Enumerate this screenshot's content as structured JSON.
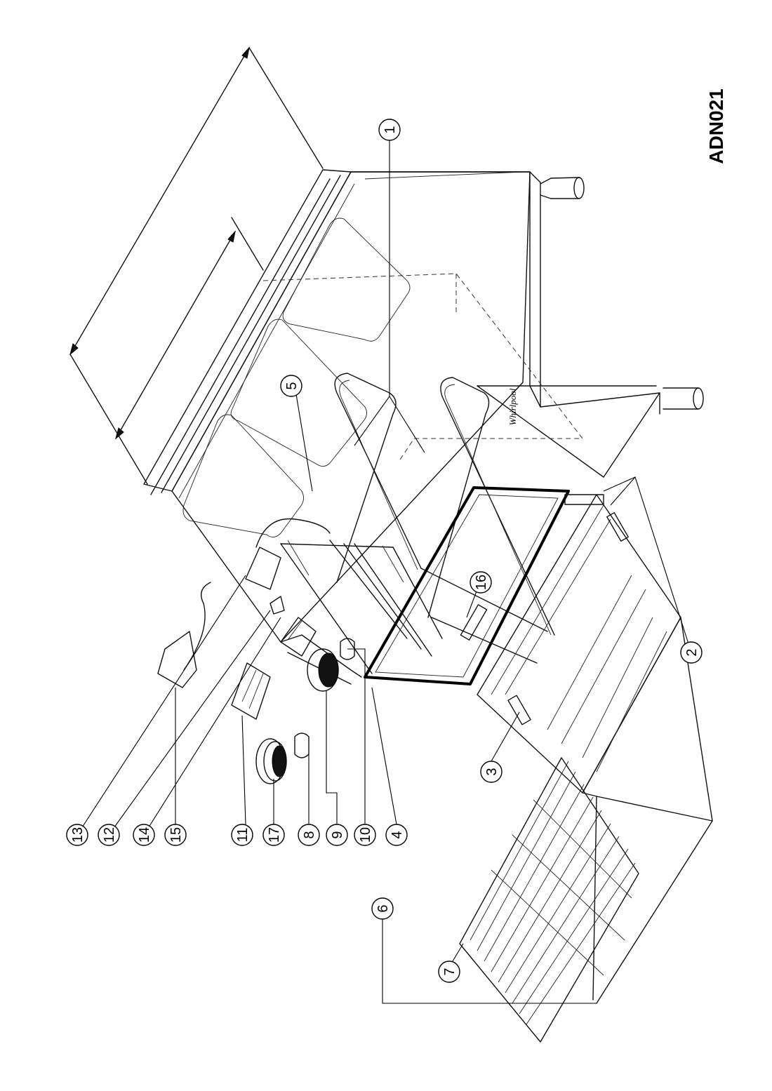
{
  "drawing": {
    "code": "ADN021",
    "brand": "Whirlpool"
  },
  "callouts": [
    {
      "id": "1",
      "label": "1"
    },
    {
      "id": "2",
      "label": "2"
    },
    {
      "id": "3",
      "label": "3"
    },
    {
      "id": "4",
      "label": "4"
    },
    {
      "id": "5",
      "label": "5"
    },
    {
      "id": "6",
      "label": "6"
    },
    {
      "id": "7",
      "label": "7"
    },
    {
      "id": "8",
      "label": "8"
    },
    {
      "id": "9",
      "label": "9"
    },
    {
      "id": "10",
      "label": "10"
    },
    {
      "id": "11",
      "label": "11"
    },
    {
      "id": "12",
      "label": "12"
    },
    {
      "id": "13",
      "label": "13"
    },
    {
      "id": "14",
      "label": "14"
    },
    {
      "id": "15",
      "label": "15"
    },
    {
      "id": "16",
      "label": "16"
    },
    {
      "id": "17",
      "label": "17"
    }
  ]
}
